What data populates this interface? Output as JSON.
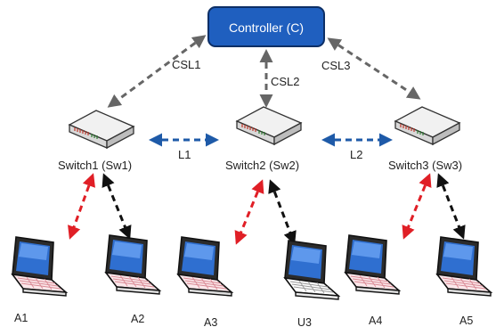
{
  "controller": {
    "label": "Controller (C)",
    "fill": "#1f5fbf"
  },
  "control_links": [
    {
      "id": "csl1",
      "label": "CSL1"
    },
    {
      "id": "csl2",
      "label": "CSL2"
    },
    {
      "id": "csl3",
      "label": "CSL3"
    }
  ],
  "inter_switch_links": [
    {
      "id": "l1",
      "label": "L1"
    },
    {
      "id": "l2",
      "label": "L2"
    }
  ],
  "switches": [
    {
      "id": "sw1",
      "label": "Switch1 (Sw1)"
    },
    {
      "id": "sw2",
      "label": "Switch2 (Sw2)"
    },
    {
      "id": "sw3",
      "label": "Switch3 (Sw3)"
    }
  ],
  "hosts": [
    {
      "id": "a1",
      "label": "A1",
      "style": "pink"
    },
    {
      "id": "a2",
      "label": "A2",
      "style": "pink"
    },
    {
      "id": "a3",
      "label": "A3",
      "style": "pink"
    },
    {
      "id": "u3",
      "label": "U3",
      "style": "white"
    },
    {
      "id": "a4",
      "label": "A4",
      "style": "pink"
    },
    {
      "id": "a5",
      "label": "A5",
      "style": "pink"
    }
  ],
  "colors": {
    "control_link": "#666666",
    "inter_switch_link": "#1e5aa8",
    "red_link": "#e01f26",
    "black_link": "#111111"
  }
}
